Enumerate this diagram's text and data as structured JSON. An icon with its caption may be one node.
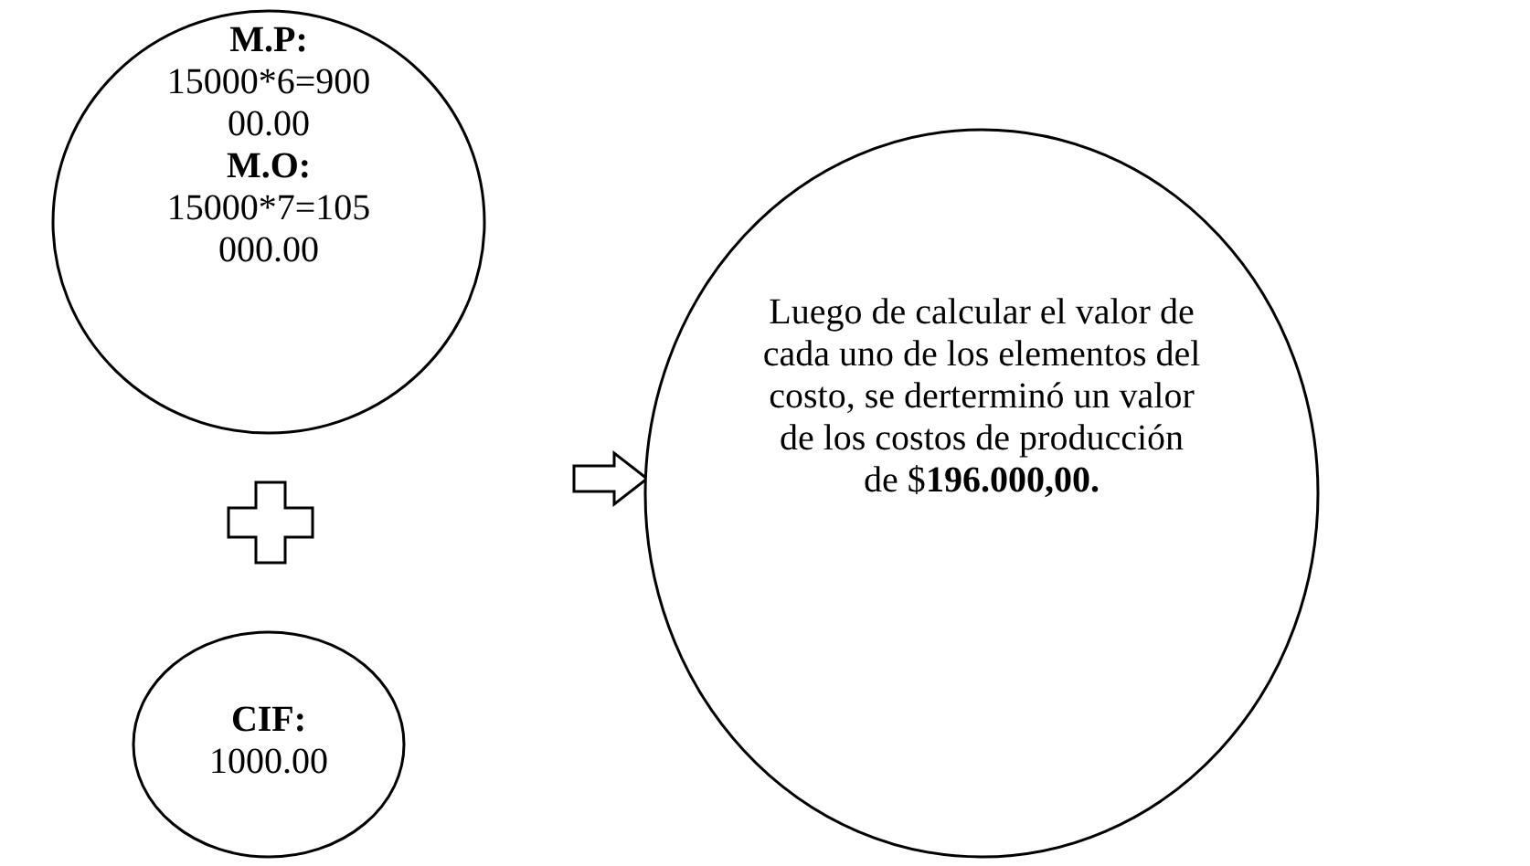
{
  "diagram": {
    "nodes": [
      {
        "text": [
          "M.P:",
          "15000*6=90000.00",
          "M.O:",
          "15000*7=105000.00"
        ]
      },
      {
        "text": [
          "CIF:",
          "1000.00"
        ]
      },
      {
        "text": [
          "Luego de calcular el valor de cada uno  de los elementos del costo, se derterminó un valor de los costos de producción de $**196.000,00.**"
        ]
      }
    ],
    "edges": [
      {
        "from": null,
        "to": 2,
        "arrow": "to"
      }
    ]
  }
}
